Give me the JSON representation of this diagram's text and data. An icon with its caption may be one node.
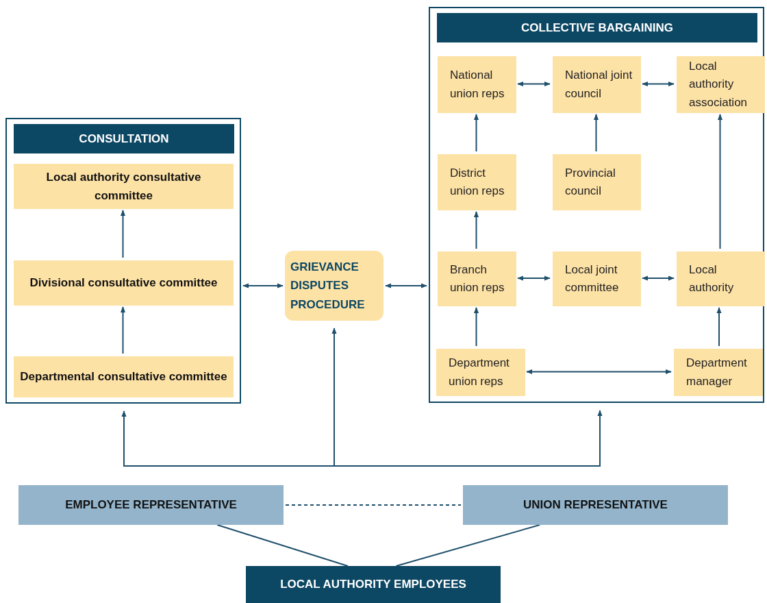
{
  "diagram": {
    "nodes": [
      {
        "text": [
          "CONSULTATION"
        ]
      },
      {
        "text": [
          "Local authority consultative committee"
        ],
        "in": 0
      },
      {
        "text": [
          "Divisional consultative committee"
        ],
        "in": 0
      },
      {
        "text": [
          "Departmental consultative committee"
        ],
        "in": 0
      },
      {
        "text": [
          "GRIEVANCE DISPUTES PROCEDURE"
        ]
      },
      {
        "text": [
          "COLLECTIVE BARGAINING"
        ]
      },
      {
        "text": [
          "National union reps"
        ],
        "in": 5
      },
      {
        "text": [
          "National joint council"
        ],
        "in": 5
      },
      {
        "text": [
          "Local authority association"
        ],
        "in": 5
      },
      {
        "text": [
          "District union reps"
        ],
        "in": 5
      },
      {
        "text": [
          "Provincial council"
        ],
        "in": 5
      },
      {
        "text": [
          "Branch union reps"
        ],
        "in": 5
      },
      {
        "text": [
          "Local joint committee"
        ],
        "in": 5
      },
      {
        "text": [
          "Local authority"
        ],
        "in": 5
      },
      {
        "text": [
          "Department union reps"
        ],
        "in": 5
      },
      {
        "text": [
          "Department manager"
        ],
        "in": 5
      },
      {
        "text": [
          "EMPLOYEE REPRESENTATIVE"
        ]
      },
      {
        "text": [
          "UNION REPRESENTATIVE"
        ]
      },
      {
        "text": [
          "LOCAL AUTHORITY EMPLOYEES"
        ]
      }
    ],
    "edges": [
      {
        "from": 2,
        "to": 1,
        "arrow": "to"
      },
      {
        "from": 3,
        "to": 2,
        "arrow": "to"
      },
      {
        "from": 0,
        "to": 4,
        "arrow": "both"
      },
      {
        "from": 4,
        "to": 5,
        "arrow": "both"
      },
      {
        "from": 6,
        "to": 7,
        "arrow": "both"
      },
      {
        "from": 7,
        "to": 8,
        "arrow": "both"
      },
      {
        "from": 9,
        "to": 6,
        "arrow": "to"
      },
      {
        "from": 10,
        "to": 7,
        "arrow": "to"
      },
      {
        "from": 13,
        "to": 8,
        "arrow": "to"
      },
      {
        "from": 11,
        "to": 9,
        "arrow": "to"
      },
      {
        "from": 11,
        "to": 12,
        "arrow": "both"
      },
      {
        "from": 12,
        "to": 13,
        "arrow": "both"
      },
      {
        "from": 14,
        "to": 11,
        "arrow": "to"
      },
      {
        "from": 15,
        "to": 13,
        "arrow": "to"
      },
      {
        "from": 14,
        "to": 15,
        "arrow": "both"
      },
      {
        "from": null,
        "to": 0,
        "arrow": "to"
      },
      {
        "from": null,
        "to": 4,
        "arrow": "to"
      },
      {
        "from": null,
        "to": 5,
        "arrow": "to"
      },
      {
        "from": 16,
        "to": 17,
        "arrow": "none",
        "style": "dashed"
      },
      {
        "from": 18,
        "to": 16,
        "arrow": "none"
      },
      {
        "from": 18,
        "to": 17,
        "arrow": "none"
      }
    ]
  }
}
